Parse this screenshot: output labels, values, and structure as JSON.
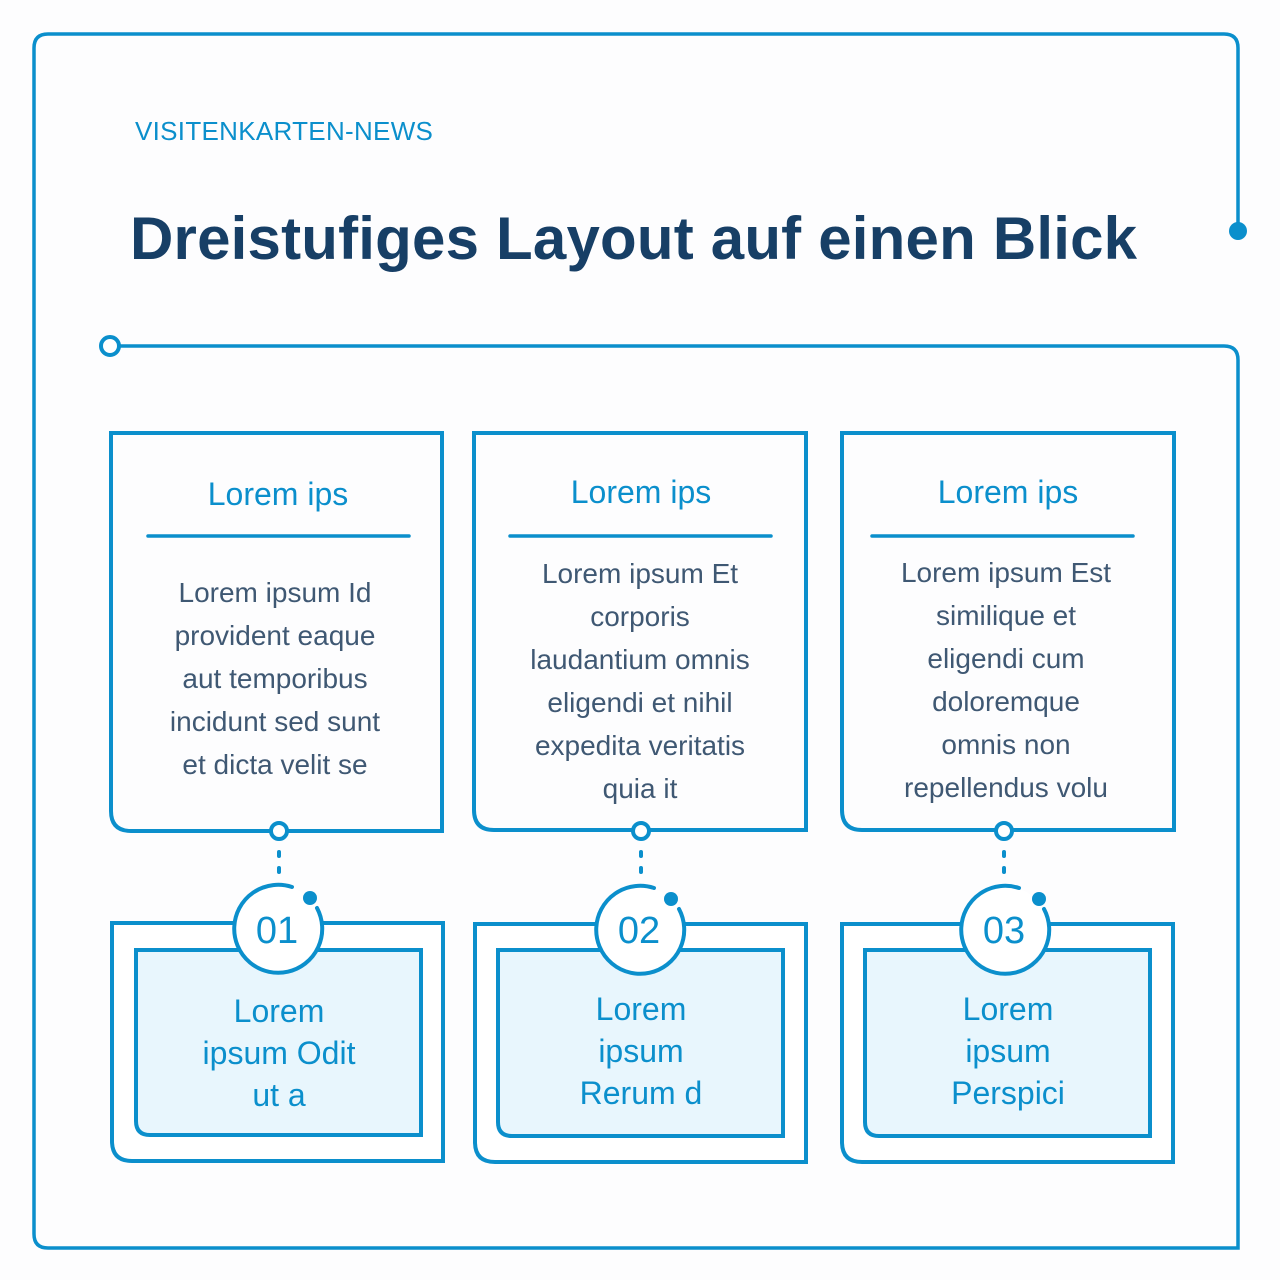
{
  "header": {
    "kicker": "VISITENKARTEN-NEWS",
    "title": "Dreistufiges Layout auf einen Blick"
  },
  "colors": {
    "accent": "#0b8fcc",
    "title": "#173f66",
    "body_text": "#3f5873",
    "step_fill": "#e8f6fd",
    "background": "#fdfdfe"
  },
  "cards": [
    {
      "heading": "Lorem ips",
      "body_lines": [
        "Lorem ipsum Id",
        "provident eaque",
        "aut temporibus",
        "incidunt sed sunt",
        "et dicta velit se"
      ]
    },
    {
      "heading": "Lorem ips",
      "body_lines": [
        "Lorem ipsum Et",
        "corporis",
        "laudantium omnis",
        "eligendi et nihil",
        "expedita veritatis",
        "quia it"
      ]
    },
    {
      "heading": "Lorem ips",
      "body_lines": [
        "Lorem ipsum Est",
        "similique et",
        "eligendi cum",
        "doloremque",
        "omnis non",
        "repellendus volu"
      ]
    }
  ],
  "steps": [
    {
      "number": "01",
      "text_lines": [
        "Lorem",
        "ipsum Odit",
        "ut a"
      ]
    },
    {
      "number": "02",
      "text_lines": [
        "Lorem",
        "ipsum",
        "Rerum d"
      ]
    },
    {
      "number": "03",
      "text_lines": [
        "Lorem",
        "ipsum",
        "Perspici"
      ]
    }
  ]
}
